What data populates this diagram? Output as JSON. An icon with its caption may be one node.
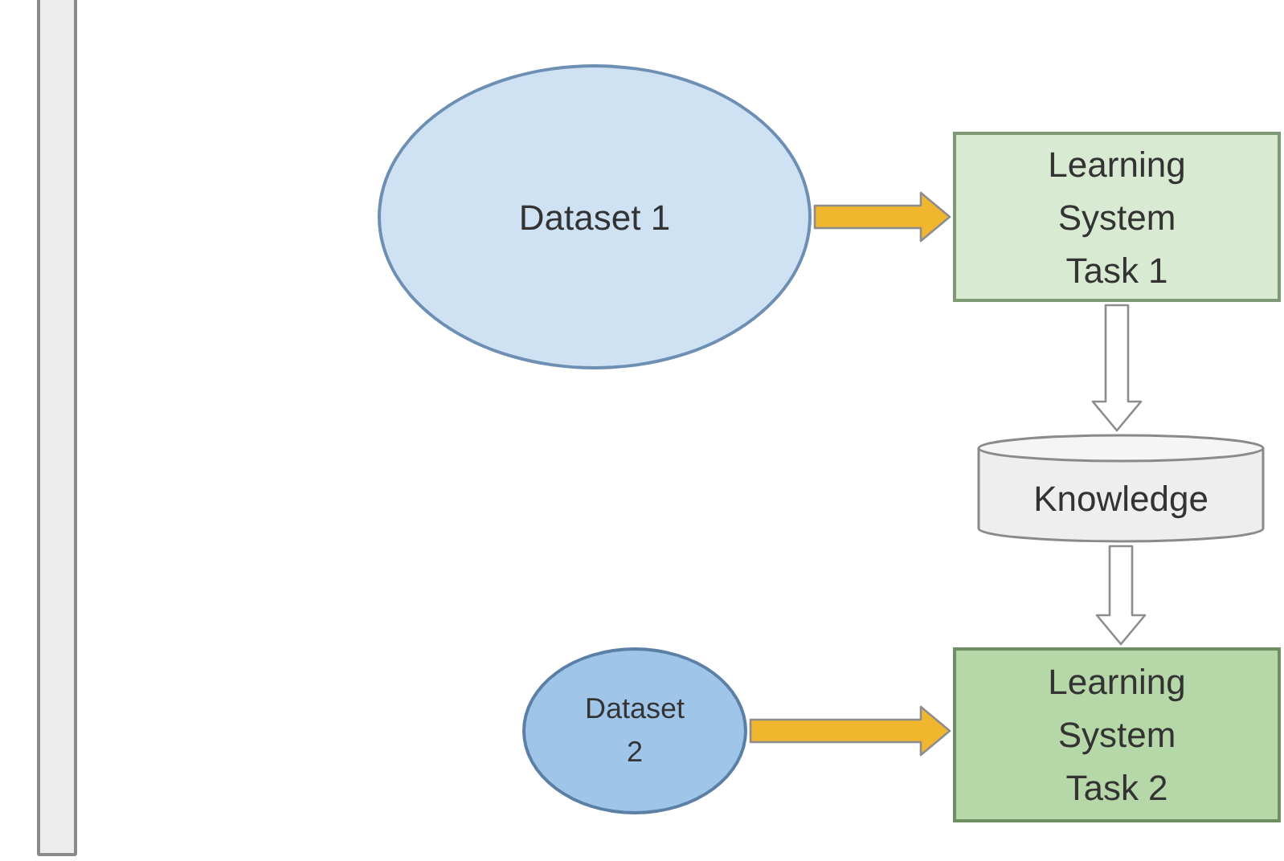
{
  "diagram": {
    "nodes": [
      {
        "text": [],
        "shape": "bar"
      },
      {
        "text": [
          "Dataset 1"
        ]
      },
      {
        "text": [
          "Learning System Task 1"
        ]
      },
      {
        "text": [
          "Knowledge"
        ]
      },
      {
        "text": [
          "Dataset 2"
        ]
      },
      {
        "text": [
          "Learning System Task 2"
        ]
      }
    ],
    "edges": [
      {
        "from": 1,
        "to": 2,
        "arrow": "to",
        "style": "thick",
        "color": "#f0b62e"
      },
      {
        "from": 2,
        "to": 3,
        "arrow": "to",
        "style": "thick",
        "color": "#ffffff"
      },
      {
        "from": 3,
        "to": 5,
        "arrow": "to",
        "style": "thick",
        "color": "#ffffff"
      },
      {
        "from": 4,
        "to": 5,
        "arrow": "to",
        "style": "thick",
        "color": "#f0b62e"
      }
    ]
  }
}
